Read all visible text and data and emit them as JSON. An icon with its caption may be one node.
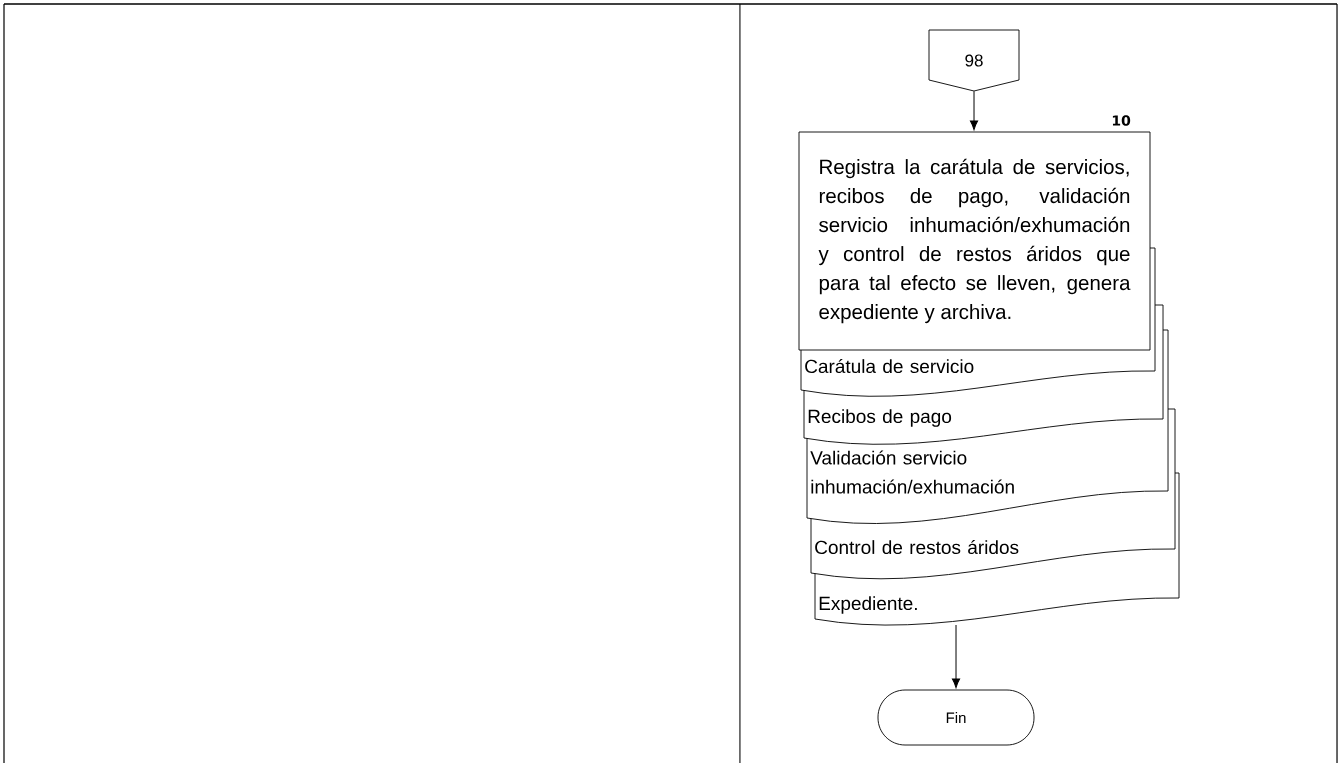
{
  "diagram": {
    "nodes": [
      {
        "text": [
          "98"
        ]
      },
      {
        "text": [
          "Registra la carátula de servicios, recibos de pago, validación servicio inhumación/exhumación y control de restos áridos que para tal efecto se lleven, genera expediente y archiva."
        ],
        "beside": [
          "10"
        ]
      },
      {
        "text": [
          "Carátula de servicio"
        ]
      },
      {
        "text": [
          "Recibos de pago"
        ]
      },
      {
        "text": [
          "Validación servicio inhumación/exhumación"
        ]
      },
      {
        "text": [
          "Control de restos áridos"
        ]
      },
      {
        "text": [
          "Expediente."
        ]
      },
      {
        "text": [
          "Fin"
        ]
      }
    ],
    "edges": [
      {
        "from": 0,
        "to": 1,
        "arrow": "to"
      },
      {
        "from": 6,
        "to": 7,
        "arrow": "to"
      }
    ]
  }
}
